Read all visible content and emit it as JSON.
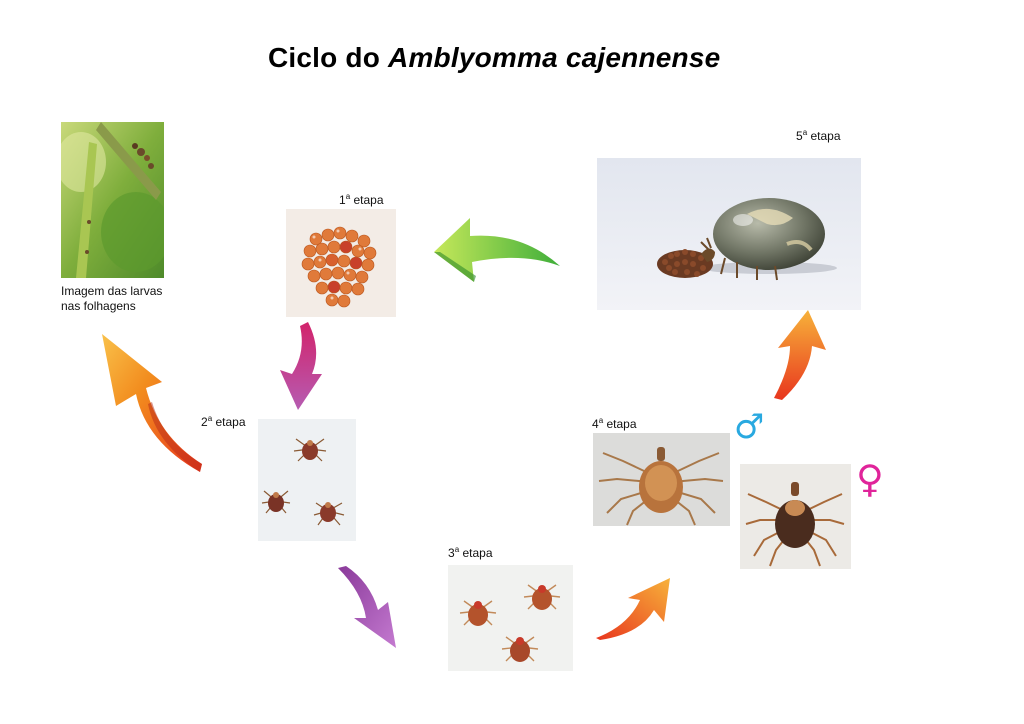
{
  "title": {
    "main": "Ciclo do",
    "scientific": "Amblyomma cajennense"
  },
  "larvae_caption": {
    "line1": "Imagem das larvas",
    "line2": "nas folhagens"
  },
  "stages": [
    {
      "num": "1",
      "ord": "a",
      "word": "etapa"
    },
    {
      "num": "2",
      "ord": "a",
      "word": "etapa"
    },
    {
      "num": "3",
      "ord": "a",
      "word": "etapa"
    },
    {
      "num": "4",
      "ord": "a",
      "word": "etapa"
    },
    {
      "num": "5",
      "ord": "a",
      "word": "etapa"
    }
  ],
  "sex_symbols": {
    "male": "♂",
    "female": "♀"
  },
  "colors": {
    "male": "#29a9e0",
    "female": "#e0249a",
    "green_arrow": "#8ccf3a",
    "orange_arrow": "#f28c1e",
    "magenta_arrow": "#c43c8c",
    "purple_arrow": "#a44aa8"
  }
}
